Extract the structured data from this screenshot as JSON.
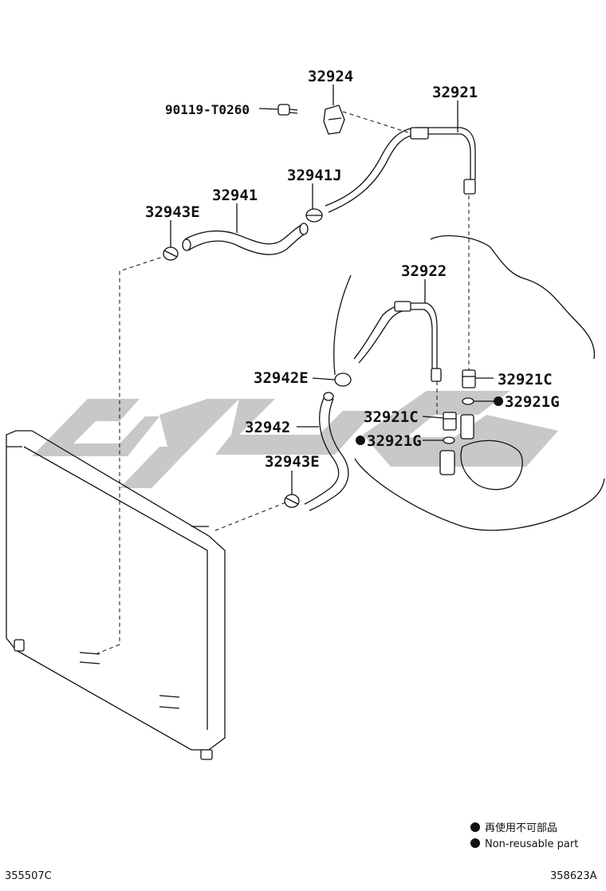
{
  "labels": {
    "p32924": "32924",
    "p90119": "90119-T0260",
    "p32921": "32921",
    "p32941J": "32941J",
    "p32941": "32941",
    "p32943E_top": "32943E",
    "p32922": "32922",
    "p32942E": "32942E",
    "p32921C_right": "32921C",
    "p32921G_right": "32921G",
    "p32921C_mid": "32921C",
    "p32942": "32942",
    "p32921G_mid": "32921G",
    "p32943E_bottom": "32943E"
  },
  "legend": {
    "japanese": "再使用不可部品",
    "english": "Non-reusable part"
  },
  "codes": {
    "left": "355507C",
    "right": "358623A"
  }
}
